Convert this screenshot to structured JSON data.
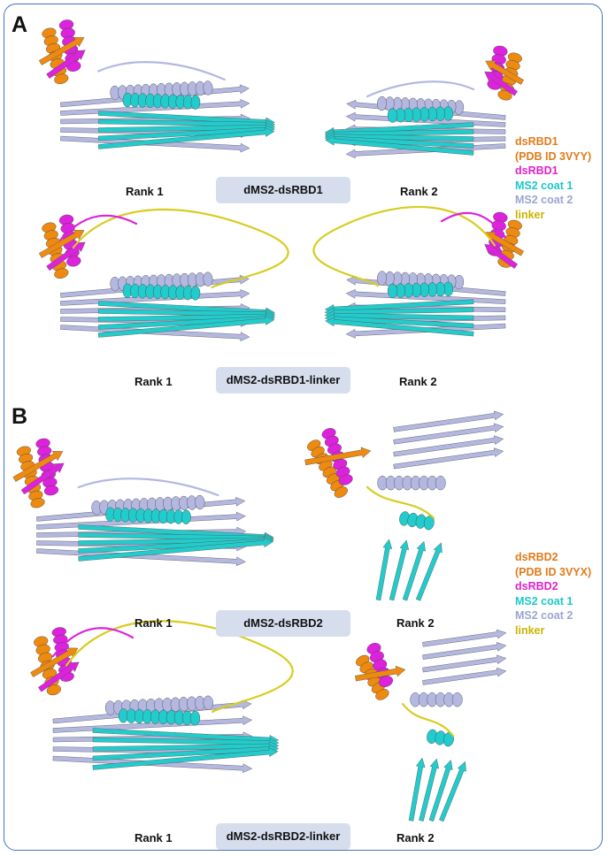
{
  "panels": {
    "a": {
      "letter": "A",
      "rows": [
        {
          "rank1": "Rank 1",
          "construct": "dMS2-dsRBD1",
          "rank2": "Rank 2"
        },
        {
          "rank1": "Rank 1",
          "construct": "dMS2-dsRBD1-linker",
          "rank2": "Rank 2"
        }
      ],
      "legend": [
        {
          "text": "dsRBD1",
          "color": "#e07b1a"
        },
        {
          "text": "(PDB  ID 3VYY)",
          "color": "#e07b1a"
        },
        {
          "text": "dsRBD1",
          "color": "#e020c8"
        },
        {
          "text": "MS2 coat 1",
          "color": "#1ec8c8"
        },
        {
          "text": "MS2 coat 2",
          "color": "#9aa6cf"
        },
        {
          "text": "linker",
          "color": "#c8b400"
        }
      ]
    },
    "b": {
      "letter": "B",
      "rows": [
        {
          "rank1": "Rank 1",
          "construct": "dMS2-dsRBD2",
          "rank2": "Rank 2"
        },
        {
          "rank1": "Rank 1",
          "construct": "dMS2-dsRBD2-linker",
          "rank2": "Rank 2"
        }
      ],
      "legend": [
        {
          "text": "dsRBD2",
          "color": "#e07b1a"
        },
        {
          "text": "(PDB ID 3VYX)",
          "color": "#e07b1a"
        },
        {
          "text": "dsRBD2",
          "color": "#e020c8"
        },
        {
          "text": "MS2 coat 1",
          "color": "#1ec8c8"
        },
        {
          "text": "MS2 coat 2",
          "color": "#9aa6cf"
        },
        {
          "text": "linker",
          "color": "#c8b400"
        }
      ]
    }
  },
  "colors": {
    "orange": "#ee8a10",
    "magenta": "#dd22dd",
    "cyan": "#22cccc",
    "lavender": "#b4b8e0",
    "linker": "#d8cc20",
    "frame": "#4472c4",
    "label_bg": "#d6deee"
  }
}
